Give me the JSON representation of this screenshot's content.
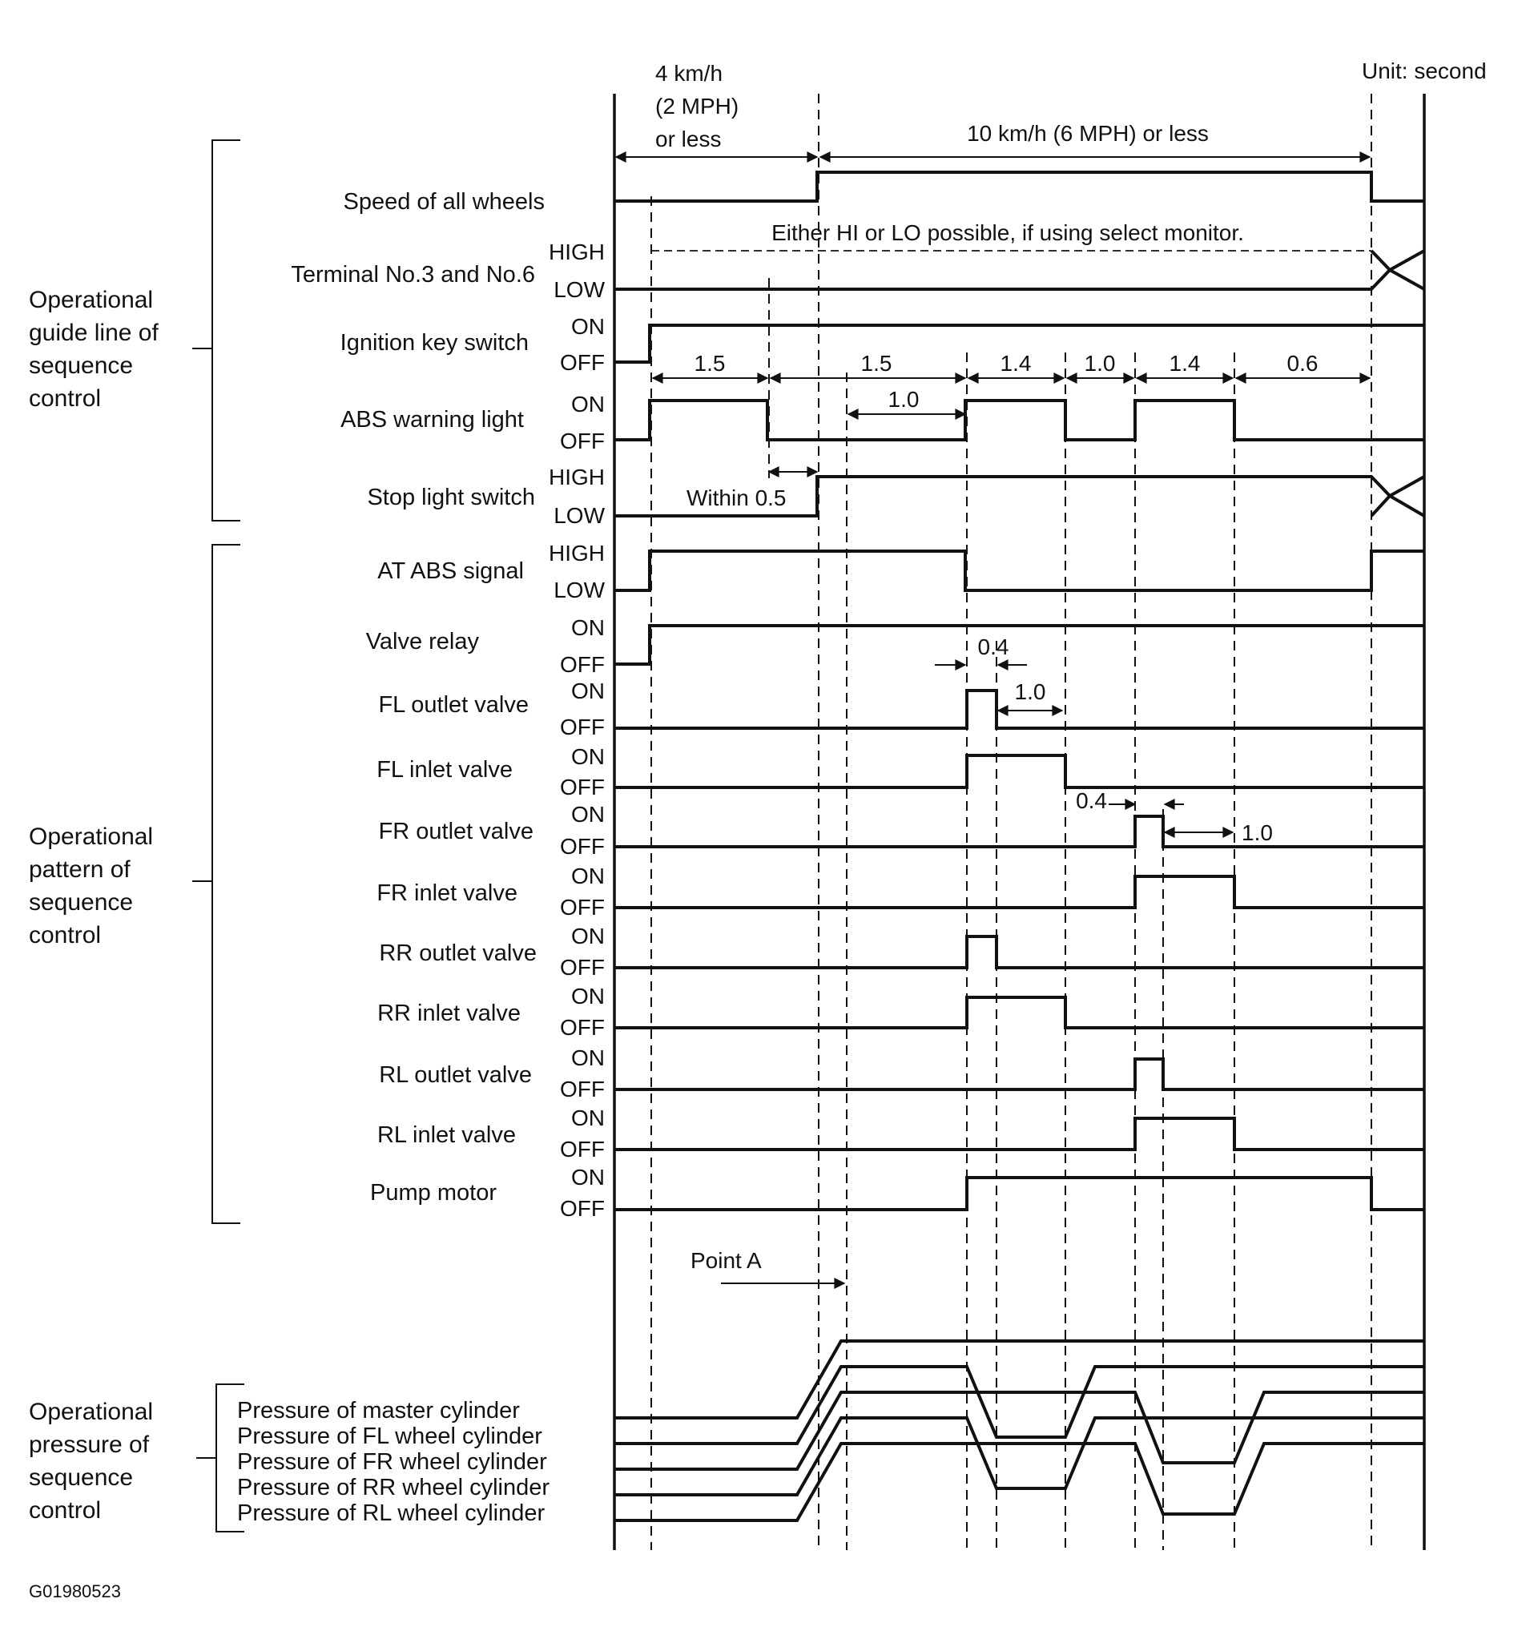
{
  "unit_label": "Unit: second",
  "figure_code": "G01980523",
  "phases": {
    "low_speed": [
      "4 km/h",
      "(2 MPH)",
      "or less"
    ],
    "high_speed": "10 km/h (6 MPH) or less"
  },
  "select_monitor_note": "Either HI or LO possible, if using select monitor.",
  "groups": [
    {
      "label": [
        "Operational",
        "guide line of",
        "sequence",
        "control"
      ]
    },
    {
      "label": [
        "Operational",
        "pattern of",
        "sequence",
        "control"
      ]
    },
    {
      "label": [
        "Operational",
        "pressure of",
        "sequence",
        "control"
      ]
    }
  ],
  "signals": [
    {
      "name": "Speed of all wheels",
      "states": []
    },
    {
      "name": "Terminal No.3 and No.6",
      "states": [
        "HIGH",
        "LOW"
      ]
    },
    {
      "name": "Ignition key switch",
      "states": [
        "ON",
        "OFF"
      ]
    },
    {
      "name": "ABS warning light",
      "states": [
        "ON",
        "OFF"
      ]
    },
    {
      "name": "Stop light switch",
      "states": [
        "HIGH",
        "LOW"
      ]
    },
    {
      "name": "AT ABS signal",
      "states": [
        "HIGH",
        "LOW"
      ]
    },
    {
      "name": "Valve relay",
      "states": [
        "ON",
        "OFF"
      ]
    },
    {
      "name": "FL outlet valve",
      "states": [
        "ON",
        "OFF"
      ]
    },
    {
      "name": "FL inlet valve",
      "states": [
        "ON",
        "OFF"
      ]
    },
    {
      "name": "FR outlet valve",
      "states": [
        "ON",
        "OFF"
      ]
    },
    {
      "name": "FR inlet valve",
      "states": [
        "ON",
        "OFF"
      ]
    },
    {
      "name": "RR outlet valve",
      "states": [
        "ON",
        "OFF"
      ]
    },
    {
      "name": "RR inlet valve",
      "states": [
        "ON",
        "OFF"
      ]
    },
    {
      "name": "RL outlet valve",
      "states": [
        "ON",
        "OFF"
      ]
    },
    {
      "name": "RL inlet valve",
      "states": [
        "ON",
        "OFF"
      ]
    },
    {
      "name": "Pump motor",
      "states": [
        "ON",
        "OFF"
      ]
    }
  ],
  "pressures": [
    "Pressure of master cylinder",
    "Pressure of FL wheel cylinder",
    "Pressure of FR wheel cylinder",
    "Pressure of RR wheel cylinder",
    "Pressure of RL wheel cylinder"
  ],
  "timings": {
    "t_1_5_a": "1.5",
    "t_1_5_b": "1.5",
    "t_1_4_a": "1.4",
    "t_1_0_a": "1.0",
    "t_1_4_b": "1.4",
    "t_0_6": "0.6",
    "t_1_0_warn": "1.0",
    "within": "Within 0.5",
    "fl_0_4": "0.4",
    "fl_1_0": "1.0",
    "fr_0_4": "0.4",
    "fr_1_0": "1.0"
  },
  "point_a": "Point A"
}
